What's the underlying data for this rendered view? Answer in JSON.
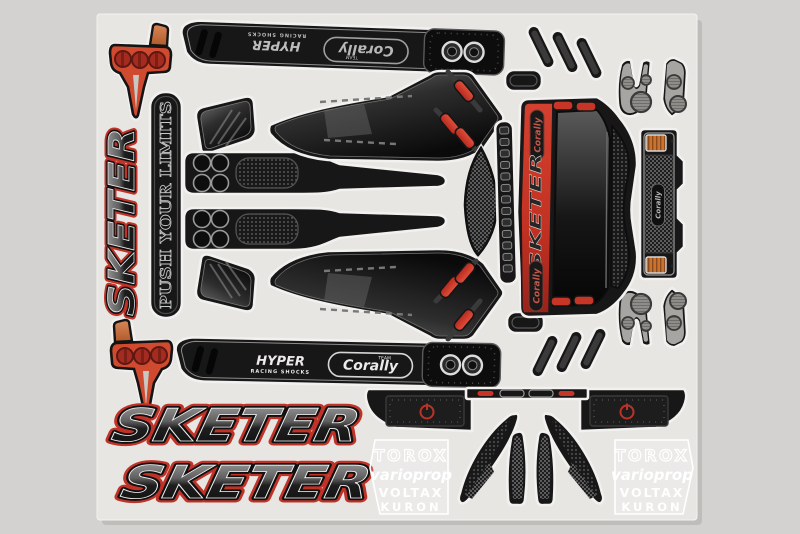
{
  "brand": {
    "team": "TEAM",
    "name": "Corally"
  },
  "model": {
    "name": "SKETER",
    "slogan": "PUSH YOUR LIMITS"
  },
  "shocks": {
    "name": "HYPER",
    "sub": "RACING SHOCKS"
  },
  "sponsors": {
    "items": [
      {
        "label": "TOROX"
      },
      {
        "label": "varioprop"
      },
      {
        "label": "VOLTAX"
      },
      {
        "label": "KURON"
      }
    ]
  },
  "colors": {
    "background": "#d3d2d0",
    "sheet": "#e7e6e3",
    "decal_black": "#171717",
    "accent_red": "#c63526",
    "orange_light": "#c8742f",
    "white_text": "#f5f5f5"
  }
}
